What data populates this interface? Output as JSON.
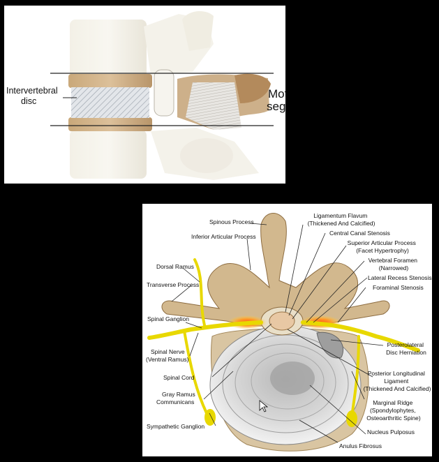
{
  "top_diagram": {
    "labels": {
      "intervertebral_disc": [
        "Intervertebral",
        "disc"
      ],
      "motion_segment": [
        "Motion",
        "segment"
      ]
    }
  },
  "bottom_diagram": {
    "labels": {
      "spinous_process": [
        "Spinous Process"
      ],
      "inferior_articular_process": [
        "Inferior Articular Process"
      ],
      "dorsal_ramus": [
        "Dorsal Ramus"
      ],
      "transverse_process": [
        "Transverse Process"
      ],
      "spinal_ganglion": [
        "Spinal Ganglion"
      ],
      "spinal_nerve": [
        "Spinal Nerve",
        "(Ventral Ramus)"
      ],
      "spinal_cord": [
        "Spinal Cord"
      ],
      "gray_ramus": [
        "Gray Ramus",
        "Communicans"
      ],
      "sympathetic_ganglion": [
        "Sympathetic Ganglion"
      ],
      "ligamentum_flavum": [
        "Ligamentum Flavum",
        "(Thickened And Calcified)"
      ],
      "central_canal_stenosis": [
        "Central Canal Stenosis"
      ],
      "superior_articular_process": [
        "Superior Articular Process",
        "(Facet Hypertrophy)"
      ],
      "vertebral_foramen": [
        "Vertebral Foramen",
        "(Narrowed)"
      ],
      "lateral_recess_stenosis": [
        "Lateral Recess Stenosis"
      ],
      "foraminal_stenosis": [
        "Foraminal Stenosis"
      ],
      "posterolateral_disc_herniation": [
        "Posterolateral",
        "Disc Herniation"
      ],
      "posterior_longitudinal_ligament": [
        "Posterior Longitudinal",
        "Ligament",
        "(Thickened And Calcified)"
      ],
      "marginal_ridge": [
        "Marginal Ridge",
        "(Spondylophytes,",
        "Osteoarthritic Spine)"
      ],
      "nucleus_pulposus": [
        "Nucleus Pulposus"
      ],
      "anulus_fibrosus": [
        "Anulus Fibrosus"
      ]
    }
  }
}
